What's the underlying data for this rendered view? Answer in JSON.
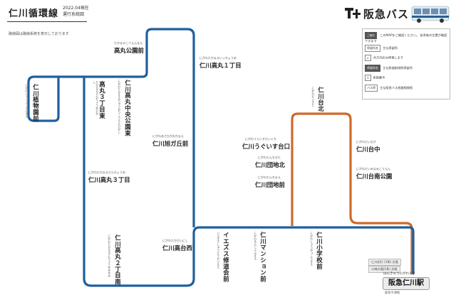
{
  "header": {
    "title": "仁川循環線",
    "date": "2022.04現在",
    "subtitle": "運行系統図",
    "note": "路線図は路線系統を表示しております"
  },
  "brand": {
    "name": "阪急バス",
    "logo": "hankyu-bus-logo-icon",
    "bus_icon": "bus-icon"
  },
  "legend": {
    "intro": "このMAPをご確認ください。 各系統の位置が確認できます",
    "rows": [
      {
        "chip": "停留所名",
        "text": "主な停留所",
        "dark": false
      },
      {
        "chip": "▷",
        "text": "片方向のみ停車します",
        "dark": false
      },
      {
        "chip": "停留所名",
        "text": "主な鉄道駅接続停留所",
        "dark": true
      },
      {
        "chip": "1",
        "text": "系統番号",
        "dark": false
      },
      {
        "chip": "バス停",
        "text": "主な阪急バス他路線接続",
        "dark": false
      }
    ]
  },
  "colors": {
    "route_blue": "#1f5f9e",
    "route_orange": "#d0682a"
  },
  "stops": [
    {
      "name": "仁川植物園前",
      "furi": "にがわしょくぶつえんまえ",
      "orient": "v"
    },
    {
      "name": "高丸公園前",
      "furi": "たかまるこうえんまえ",
      "orient": "h"
    },
    {
      "name": "高丸３丁目東",
      "furi": "たかまるさんちょうめひがし",
      "orient": "v"
    },
    {
      "name": "仁川高丸中央公園東",
      "furi": "にがわたかまるちゅうおうこうえんひがし",
      "orient": "v"
    },
    {
      "name": "仁川高丸１丁目",
      "furi": "にがわたかまるいっちょうめ",
      "orient": "h"
    },
    {
      "name": "仁川旭ガ丘前",
      "furi": "にがわあさひがおかまえ",
      "orient": "h"
    },
    {
      "name": "仁川高丸３丁目",
      "furi": "にがわたかまるさんちょうめ",
      "orient": "h"
    },
    {
      "name": "仁川高台西",
      "furi": "にがわたかだいにし",
      "orient": "h"
    },
    {
      "name": "仁川高丸２丁目南",
      "furi": "にがわたかまるにちょうめみなみ",
      "orient": "v"
    },
    {
      "name": "イエズス修道会前",
      "furi": "いえずすしゅうどうかいまえ",
      "orient": "v"
    },
    {
      "name": "仁川マンション前",
      "furi": "にがわまんしょんまえ",
      "orient": "v"
    },
    {
      "name": "仁川小学校前",
      "furi": "にがわしょうがっこうまえ",
      "orient": "v"
    },
    {
      "name": "仁川台北",
      "furi": "にがわだいきた",
      "orient": "v"
    },
    {
      "name": "仁川うぐいす台口",
      "furi": "にがわうぐいすだいぐち",
      "orient": "h"
    },
    {
      "name": "仁川団地北",
      "furi": "にがわだんちきた",
      "orient": "h"
    },
    {
      "name": "仁川団地前",
      "furi": "にがわだんちまえ",
      "orient": "h"
    },
    {
      "name": "仁川台中",
      "furi": "にがわだいなか",
      "orient": "h"
    },
    {
      "name": "仁川台南公園",
      "furi": "にがわだいみなみこうえん",
      "orient": "h"
    }
  ],
  "terminal": {
    "name": "阪急仁川駅",
    "furi": "はんきゅうにがわえき",
    "sub": "阪急今津線"
  },
  "terminal_info": [
    "仁川北行 (1系) 方面",
    "小林方面(1系) 方面"
  ]
}
